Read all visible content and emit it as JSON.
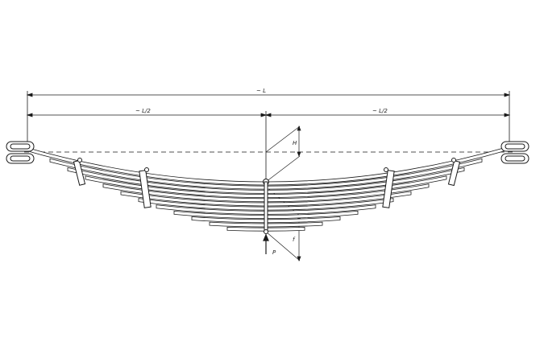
{
  "drawing": {
    "colors": {
      "stroke": "#1a1a1a",
      "background": "#ffffff"
    },
    "dimensions": {
      "overall_length": {
        "label": "~ L"
      },
      "left_half": {
        "label": "~ L/2"
      },
      "right_half": {
        "label": "~ L/2"
      },
      "camber_upper": {
        "label": "H"
      },
      "camber_lower": {
        "label": "f"
      },
      "load_arrow": {
        "label": "P"
      }
    },
    "leaf_count": 12,
    "clip_count": 4
  }
}
